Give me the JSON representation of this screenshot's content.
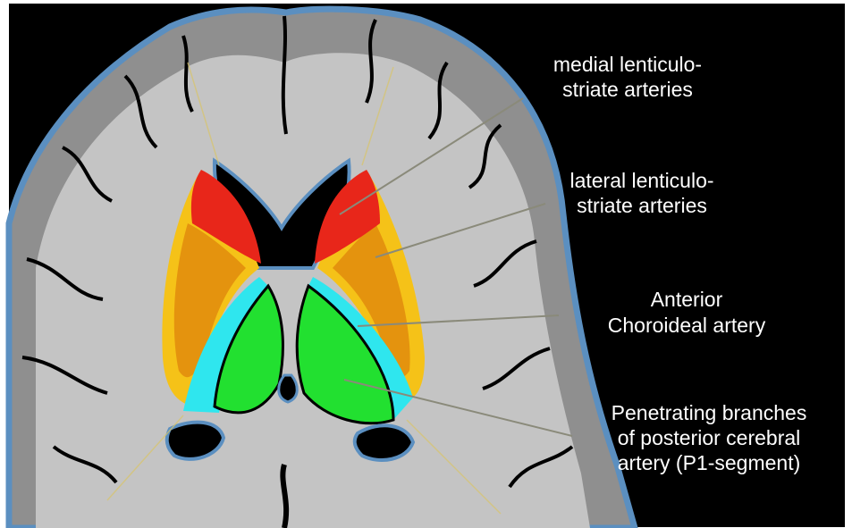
{
  "labels": {
    "medial": {
      "line1": "medial lenticulo-",
      "line2": "striate arteries"
    },
    "lateral": {
      "line1": "lateral lenticulo-",
      "line2": "striate arteries"
    },
    "anterior_choroidal": {
      "line1": "Anterior",
      "line2": "Choroideal artery"
    },
    "pca_branches": {
      "line1": "Penetrating branches",
      "line2": "of posterior cerebral",
      "line3": "artery (P1-segment)"
    }
  },
  "colors": {
    "background": "#000000",
    "cortex_gray": "#8f8f8f",
    "white_matter": "#c4c4c4",
    "outline_blue": "#5b8fc0",
    "medial_lenticulostriate": "#e8261a",
    "lateral_lenticulostriate_outer": "#f5c218",
    "lateral_lenticulostriate_inner": "#e4930e",
    "anterior_choroidal": "#2fe6ee",
    "posterior_cerebral_p1": "#22e030",
    "pointer_line": "#8a8a7a"
  }
}
